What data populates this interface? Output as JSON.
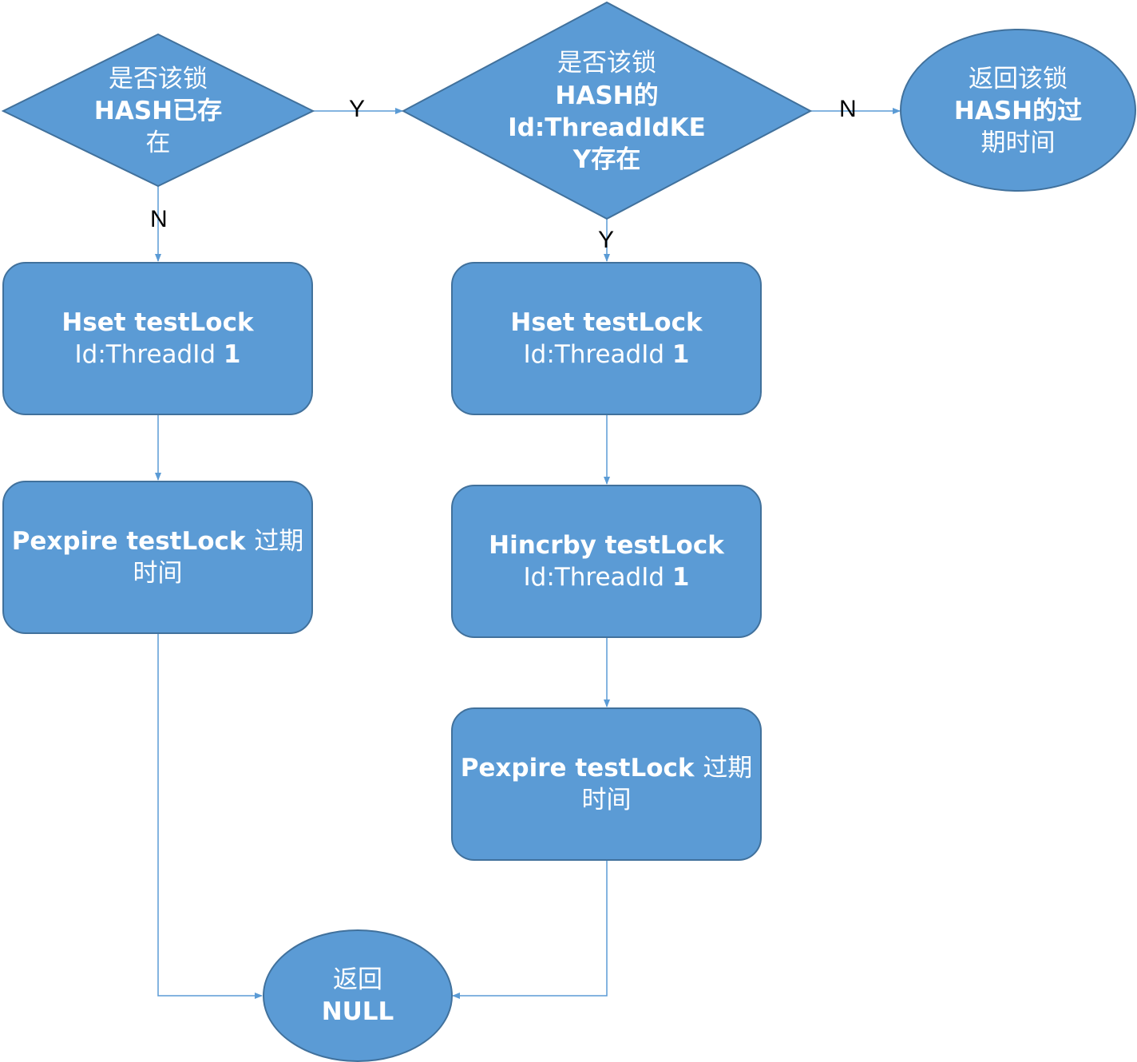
{
  "nodes": {
    "check_hash_exists": {
      "lines": [
        "是否该锁",
        "HASH已存",
        "在"
      ]
    },
    "check_field_exists": {
      "lines": [
        "是否该锁",
        "HASH的",
        "Id:ThreadIdKE",
        "Y存在"
      ]
    },
    "return_ttl": {
      "lines": [
        "返回该锁",
        "HASH的过",
        "期时间"
      ]
    },
    "hset_left": {
      "line1": "Hset testLock",
      "line2a": "Id:ThreadId ",
      "line2b": "1"
    },
    "hset_right": {
      "line1": "Hset testLock",
      "line2a": "Id:ThreadId ",
      "line2b": "1"
    },
    "pexpire_left": {
      "line1a": "Pexpire testLock ",
      "line1b": "过期",
      "line2": "时间"
    },
    "hincrby": {
      "line1": "Hincrby testLock",
      "line2a": "Id:ThreadId ",
      "line2b": "1"
    },
    "pexpire_right": {
      "line1a": "Pexpire testLock ",
      "line1b": "过期",
      "line2": "时间"
    },
    "return_null": {
      "line1": "返回",
      "line2": "NULL"
    }
  },
  "edge_labels": {
    "exists_yes": "Y",
    "exists_no": "N",
    "field_no": "N",
    "field_yes": "Y"
  },
  "colors": {
    "fill": "#5b9bd5",
    "stroke": "#41719c",
    "connector": "#5b9bd5",
    "text": "#ffffff"
  }
}
